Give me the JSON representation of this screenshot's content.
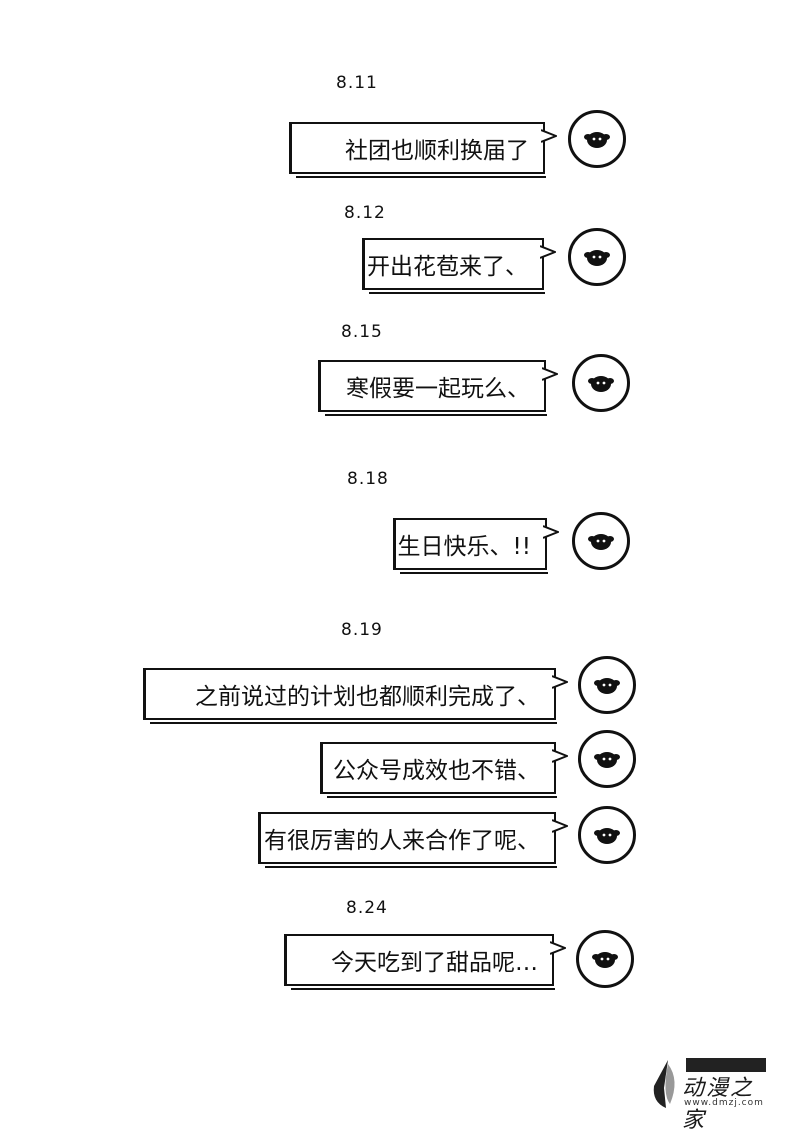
{
  "entries": [
    {
      "date": "8.11",
      "messages": [
        "社团也顺利换届了"
      ]
    },
    {
      "date": "8.12",
      "messages": [
        "开出花苞来了、"
      ]
    },
    {
      "date": "8.15",
      "messages": [
        "寒假要一起玩么、"
      ]
    },
    {
      "date": "8.18",
      "messages": [
        "生日快乐、!!"
      ]
    },
    {
      "date": "8.19",
      "messages": [
        "之前说过的计划也都顺利完成了、",
        "公众号成效也不错、",
        "有很厉害的人来合作了呢、"
      ]
    },
    {
      "date": "8.24",
      "messages": [
        "今天吃到了甜品呢…"
      ]
    }
  ],
  "watermark": {
    "name": "动漫之家",
    "url": "www.dmzj.com"
  },
  "icons": {
    "avatar": "sheep-icon",
    "logo": "leaf-logo-icon"
  }
}
